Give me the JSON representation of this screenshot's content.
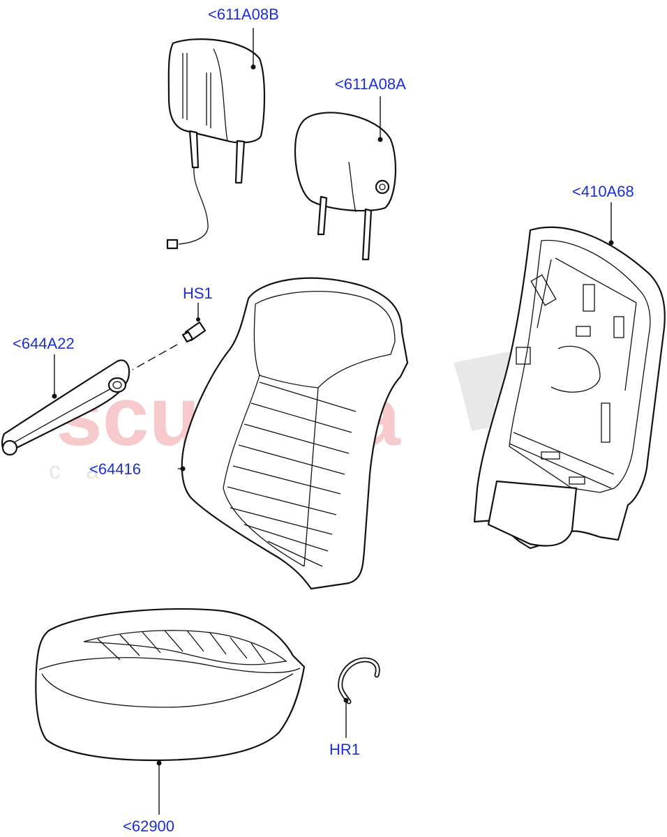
{
  "watermark": {
    "brand": "scuderia",
    "subline": "car parts"
  },
  "callouts": {
    "headrest_front": "<611A08B",
    "headrest_rear": "<611A08A",
    "backrest_panel": "<410A68",
    "sensor": "HS1",
    "armrest": "<644A22",
    "backrest_cover": "<64416",
    "cushion_cover": "<62900",
    "hog_ring": "HR1"
  },
  "colors": {
    "callout_text": "#1a2fd6",
    "watermark_brand": "#f6c9cc",
    "watermark_subline": "#e6e6e6",
    "line_art": "#111111"
  }
}
